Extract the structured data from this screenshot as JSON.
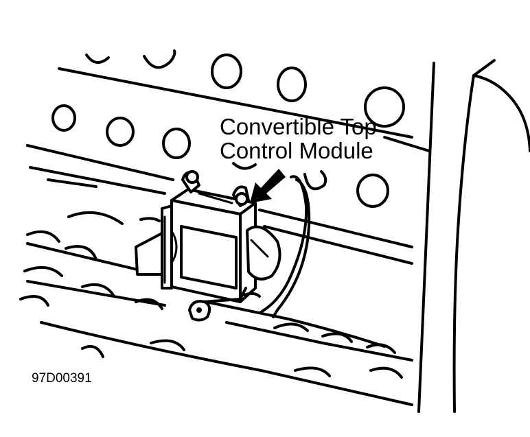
{
  "callout": {
    "line1": "Convertible Top",
    "line2": "Control Module"
  },
  "figure_number": "97D00391",
  "colors": {
    "ink": "#000000",
    "paper": "#ffffff"
  }
}
